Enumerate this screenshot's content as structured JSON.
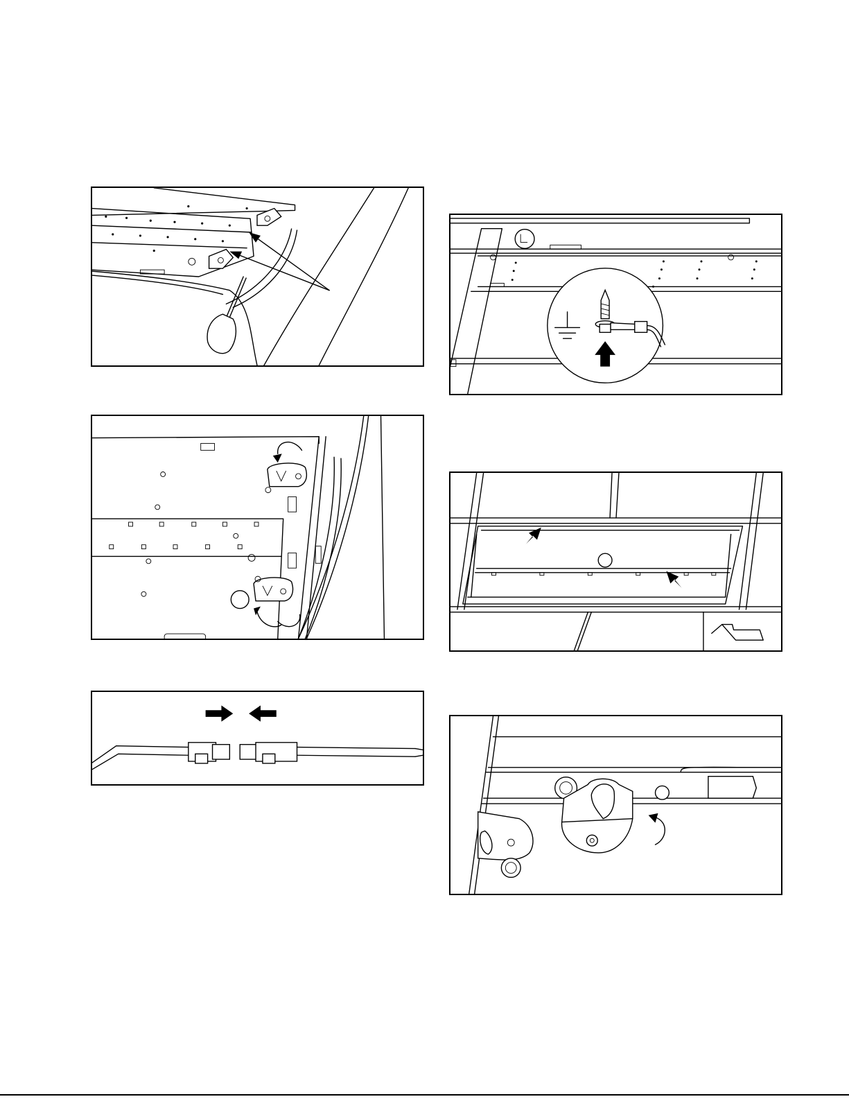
{
  "figures": [
    {
      "id": "p1",
      "content": "screwdriver-prying-tabs"
    },
    {
      "id": "p2",
      "content": "rotate-latches"
    },
    {
      "id": "p3",
      "content": "disconnect-connector"
    },
    {
      "id": "p4",
      "content": "ground-screw-detail"
    },
    {
      "id": "p5",
      "content": "lift-panel"
    },
    {
      "id": "p6",
      "content": "rotate-latch-closeup"
    }
  ],
  "icons": [
    "arrow-icon",
    "rotate-arrow-icon",
    "ground-symbol-icon",
    "screwdriver-icon"
  ]
}
